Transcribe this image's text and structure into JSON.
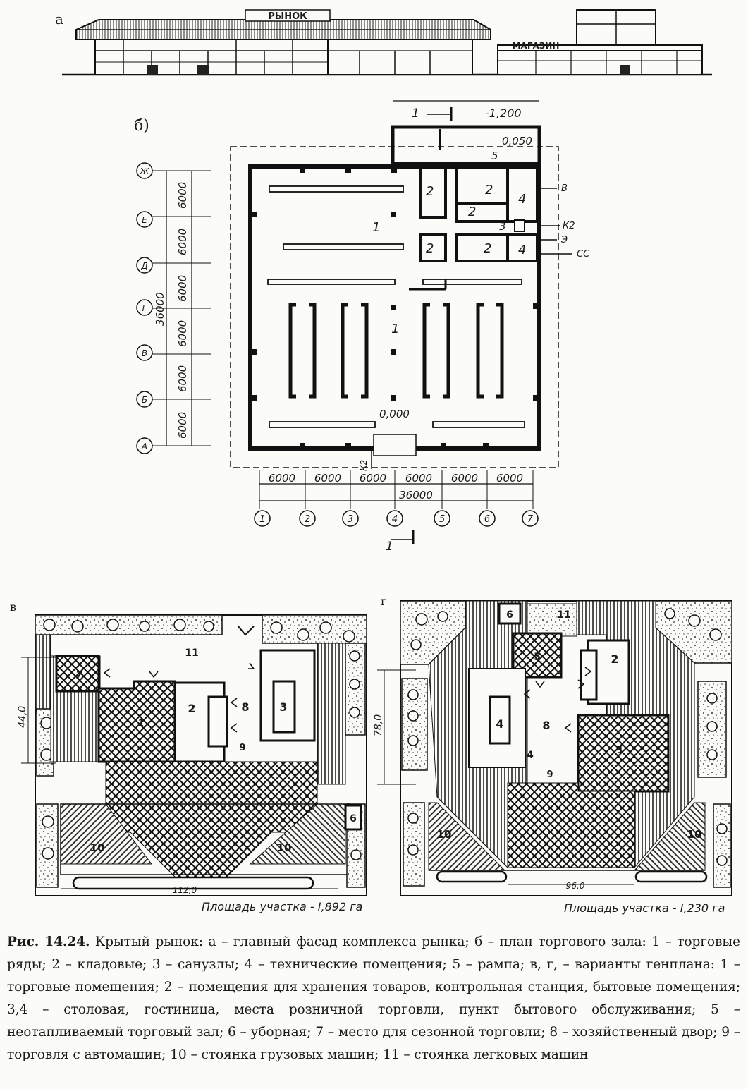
{
  "facade": {
    "letter": "а",
    "sign_market": "РЫНОК",
    "sign_shop": "МАГАЗИН"
  },
  "plan": {
    "letter": "б)",
    "section_label": "1",
    "section_label_bottom": "1",
    "level_top": "-1,200",
    "level_ramp": "0,050",
    "level_floor": "0,000",
    "rows": [
      "Ж",
      "Е",
      "Д",
      "Г",
      "В",
      "Б",
      "А"
    ],
    "row_dims": [
      "6000",
      "6000",
      "6000",
      "6000",
      "6000",
      "6000"
    ],
    "total_vertical": "36000",
    "cols": [
      "1",
      "2",
      "3",
      "4",
      "5",
      "6",
      "7"
    ],
    "col_dims": [
      "6000",
      "6000",
      "6000",
      "6000",
      "6000",
      "6000"
    ],
    "total_horizontal": "36000",
    "room_labels": [
      "1",
      "1",
      "2",
      "2",
      "2",
      "2",
      "2",
      "3",
      "4",
      "4",
      "5"
    ],
    "utility_labels": [
      "В",
      "К2",
      "Э",
      "СС",
      "К2"
    ]
  },
  "site_v": {
    "letter": "в",
    "dim_vertical": "44,0",
    "dim_horizontal": "112,0",
    "area": "Площадь участка - I,892 га",
    "labels": [
      "11",
      "7",
      "1",
      "2",
      "8",
      "3",
      "9",
      "6",
      "10",
      "10"
    ]
  },
  "site_g": {
    "letter": "г",
    "dim_vertical": "78,0",
    "dim_horizontal": "96,0",
    "area": "Площадь участка - I,230 га",
    "labels": [
      "6",
      "11",
      "5",
      "2",
      "4",
      "8",
      "1",
      "4",
      "9",
      "10",
      "10"
    ]
  },
  "caption": {
    "title": "Рис. 14.24.",
    "text": " Крытый рынок: а – главный фасад комплекса рынка; б – план торгового зала: 1 – торговые ряды; 2 – кладовые; 3 – санузлы; 4 – технические помещения; 5 – рампа; в, г, – варианты генплана: 1 – торговые помещения; 2 – помещения для хранения товаров, контрольная станция, бытовые помещения; 3,4 – столовая, гостиница, места розничной торговли, пункт бытового обслуживания; 5 – неотапливаемый торговый зал; 6 – уборная; 7 – место для сезонной торговли; 8 – хозяйственный двор; 9 – торговля с автомашин; 10 – стоянка грузовых машин; 11 – стоянка легковых машин"
  }
}
